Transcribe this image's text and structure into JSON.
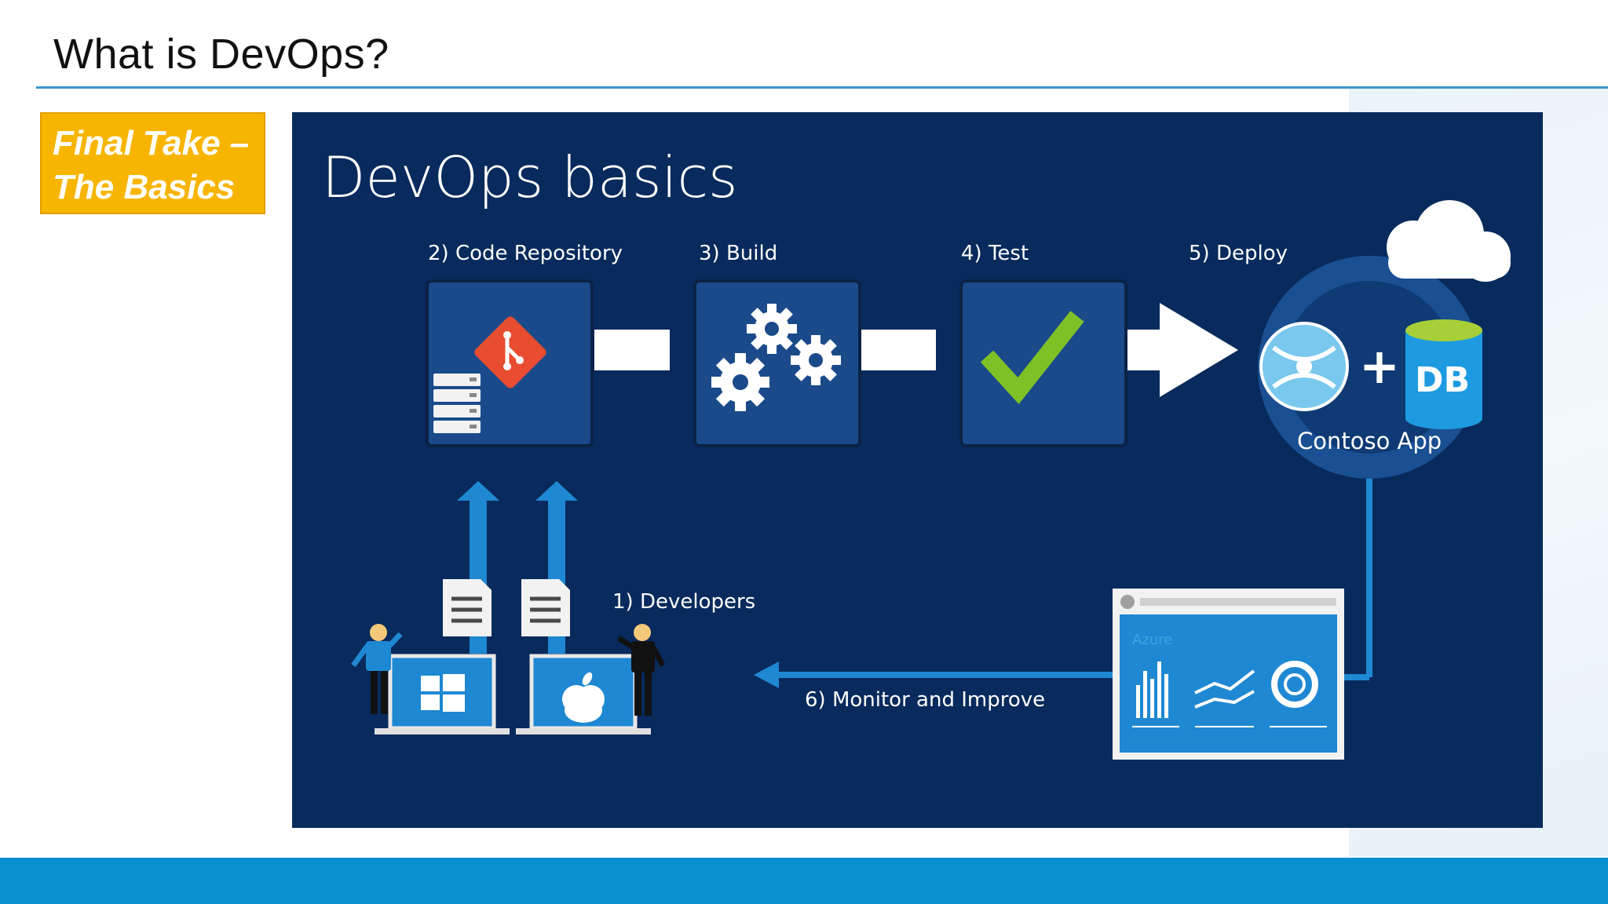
{
  "slide": {
    "title": "What is DevOps?",
    "callout_line1": "Final Take –",
    "callout_line2": "The Basics"
  },
  "diagram": {
    "heading": "DevOps basics",
    "steps": {
      "developers": "1) Developers",
      "repo": "2) Code Repository",
      "build": "3) Build",
      "test": "4) Test",
      "deploy": "5) Deploy",
      "monitor": "6) Monitor and Improve"
    },
    "app_label": "Contoso App",
    "db_label": "DB",
    "plus": "+",
    "dashboard_title": "Azure"
  },
  "icons": [
    "git-icon",
    "server-stack-icon",
    "gears-icon",
    "checkmark-icon",
    "cloud-icon",
    "app-service-icon",
    "database-icon",
    "document-icon",
    "windows-icon",
    "apple-icon",
    "developer-icon",
    "dashboard-icon"
  ],
  "colors": {
    "diagram_bg": "#082a5c",
    "tile_bg": "#1a4a8a",
    "accent_blue": "#1e88d2",
    "check_green": "#7ec127",
    "git_red": "#e84d31",
    "callout_yellow": "#f7b500",
    "footer_blue": "#0a8fd0"
  }
}
